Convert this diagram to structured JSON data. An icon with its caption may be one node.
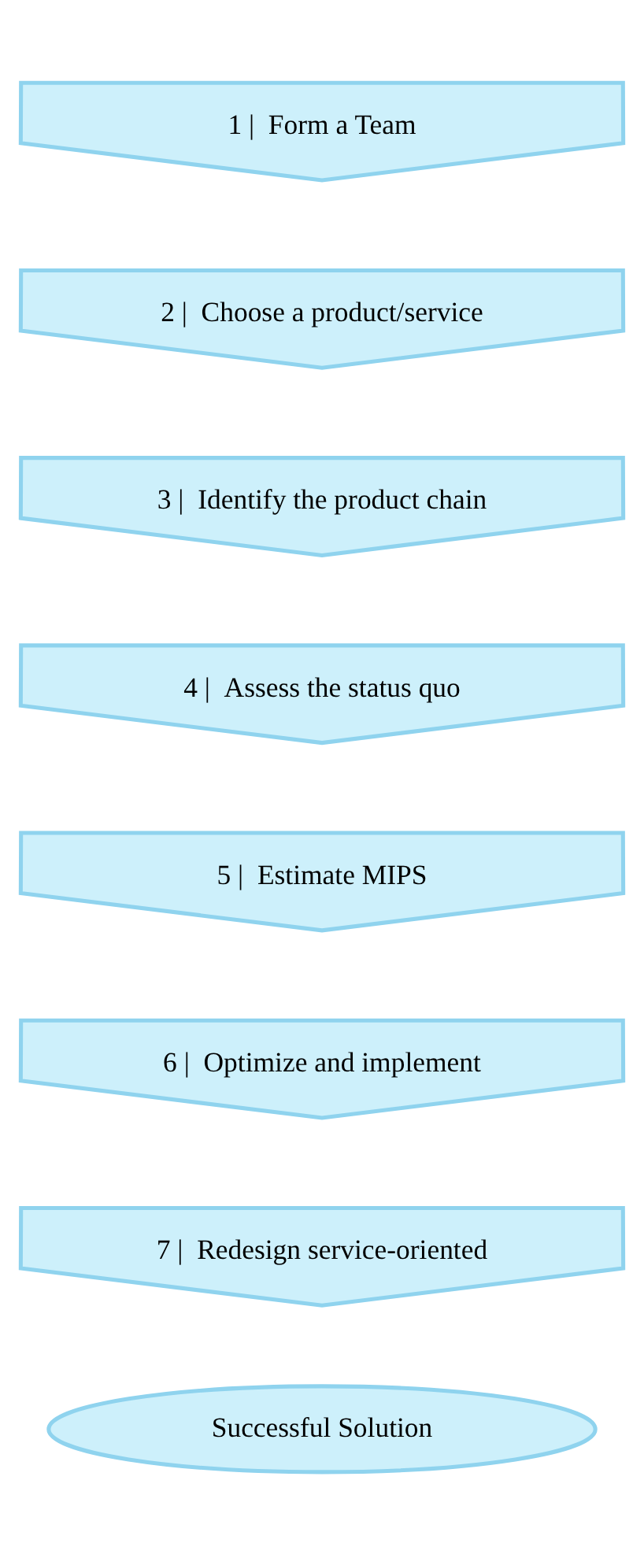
{
  "diagram": {
    "nodes": [
      {
        "text": [
          "1 |  Form a Team"
        ]
      },
      {
        "text": [
          "2 |  Choose a product/service"
        ]
      },
      {
        "text": [
          "3 |  Identify the product chain"
        ]
      },
      {
        "text": [
          "4 |  Assess the status quo"
        ]
      },
      {
        "text": [
          "5 |  Estimate MIPS"
        ]
      },
      {
        "text": [
          "6 |  Optimize and implement"
        ]
      },
      {
        "text": [
          "7 |  Redesign service-oriented"
        ]
      },
      {
        "text": [
          "Successful Solution"
        ]
      }
    ]
  }
}
